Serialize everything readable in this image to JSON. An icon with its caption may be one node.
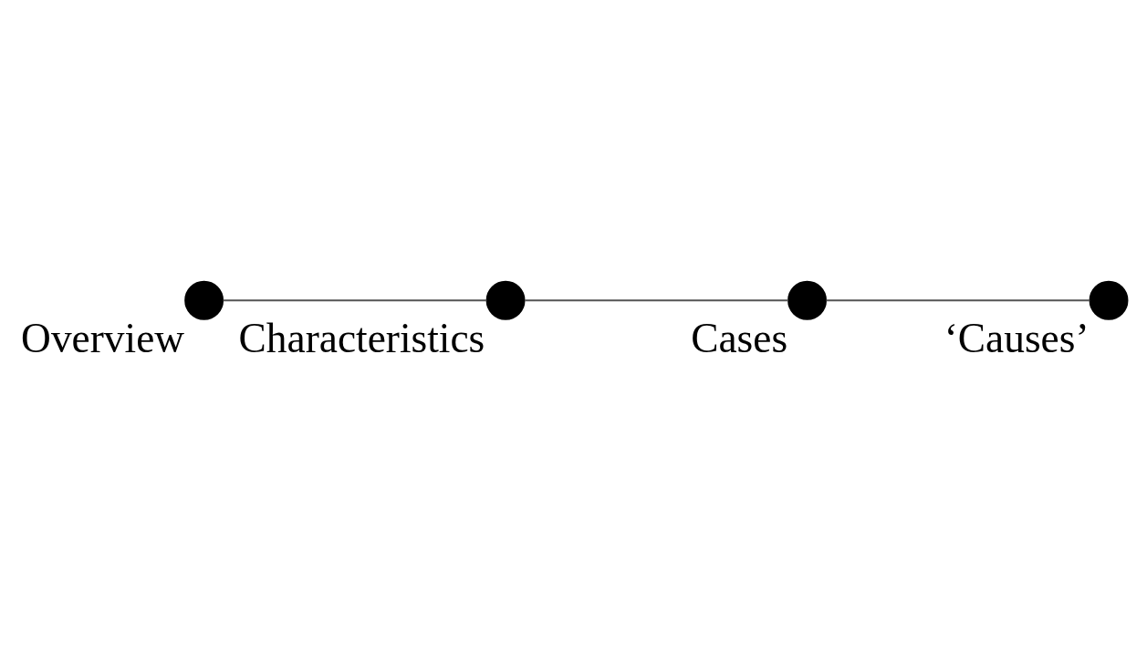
{
  "diagram": {
    "nodes": [
      {
        "text": [],
        "shape": "circle",
        "beside": [
          "Overview"
        ]
      },
      {
        "text": [],
        "shape": "circle",
        "beside": [
          "Characteristics"
        ]
      },
      {
        "text": [],
        "shape": "circle",
        "beside": [
          "Cases"
        ]
      },
      {
        "text": [],
        "shape": "circle",
        "beside": [
          "‘Causes’"
        ]
      }
    ],
    "edges": [
      {
        "from": 0,
        "to": 1,
        "arrow": "none"
      },
      {
        "from": 1,
        "to": 2,
        "arrow": "none"
      },
      {
        "from": 2,
        "to": 3,
        "arrow": "none"
      }
    ]
  }
}
